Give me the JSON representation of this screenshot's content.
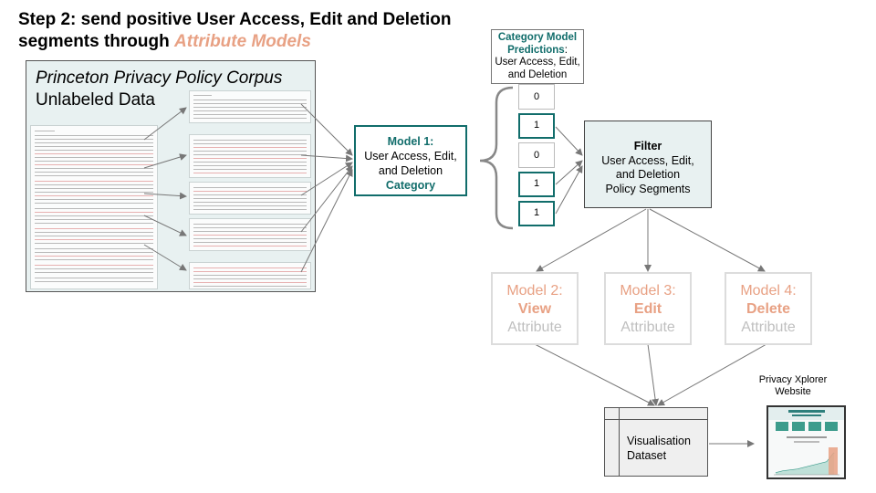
{
  "title": {
    "line1": "Step 2: send positive User Access, Edit and Deletion",
    "line2_prefix": "segments through ",
    "line2_accent": "Attribute Models"
  },
  "corpus": {
    "title": "Princeton Privacy Policy Corpus",
    "subtitle": "Unlabeled Data"
  },
  "model1": {
    "name": "Model 1:",
    "line1": "User Access, Edit,",
    "line2": "and Deletion",
    "line3": "Category"
  },
  "predictions": {
    "header_bold1": "Category Model",
    "header_bold2": "Predictions",
    "header_colon": ":",
    "header_line2": "User Access, Edit,",
    "header_line3": "and Deletion",
    "values": [
      "0",
      "1",
      "0",
      "1",
      "1"
    ],
    "positive": [
      false,
      true,
      false,
      true,
      true
    ]
  },
  "filter": {
    "name": "Filter",
    "line1": "User Access, Edit,",
    "line2": "and Deletion",
    "line3": "Policy Segments"
  },
  "attribute_models": [
    {
      "name": "Model 2:",
      "attr": "View",
      "suffix": "Attribute"
    },
    {
      "name": "Model 3:",
      "attr": "Edit",
      "suffix": "Attribute"
    },
    {
      "name": "Model 4:",
      "attr": "Delete",
      "suffix": "Attribute"
    }
  ],
  "visualisation": {
    "line1": "Visualisation",
    "line2": "Dataset"
  },
  "website": {
    "line1": "Privacy Xplorer",
    "line2": "Website"
  },
  "colors": {
    "teal": "#116d6b",
    "accent": "#e8a184",
    "corpus_bg": "#e8f1f1"
  }
}
